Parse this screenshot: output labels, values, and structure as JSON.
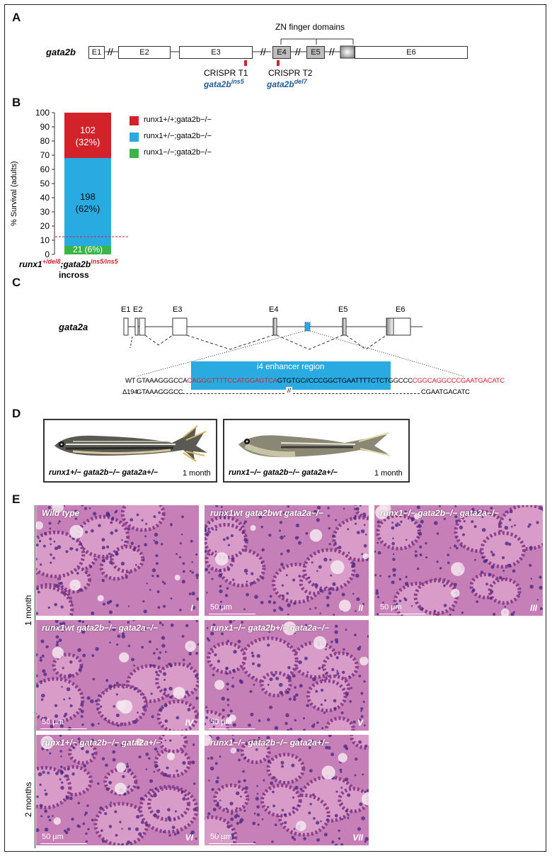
{
  "panels": {
    "a": "A",
    "b": "B",
    "c": "C",
    "d": "D",
    "e": "E"
  },
  "panelA": {
    "gene": "gata2b",
    "exons": [
      "E1",
      "E2",
      "E3",
      "E4",
      "E5",
      "E6"
    ],
    "zn_label": "ZN finger domains",
    "crispr1": {
      "label": "CRISPR T1",
      "allele_base": "gata2b",
      "allele_sup": "ins5"
    },
    "crispr2": {
      "label": "CRISPR T2",
      "allele_base": "gata2b",
      "allele_sup": "del7"
    }
  },
  "panelB": {
    "chart_data": {
      "type": "bar",
      "ylabel": "% Survival (adults)",
      "ylim": [
        0,
        100
      ],
      "yticks": [
        0,
        10,
        20,
        30,
        40,
        50,
        60,
        70,
        80,
        90,
        100
      ],
      "xlabel_main_prefix": "runx1",
      "xlabel_sup1": "+/del8",
      "xlabel_mid": ";gata2b",
      "xlabel_sup2": "ins5/ins5",
      "xlabel_line2": "incross",
      "threshold_line": 12.5,
      "segments": [
        {
          "name": "runx1−/−;gata2b−/−",
          "count": "21",
          "pct": "(6%)",
          "label": "21 (6%)",
          "value": 6,
          "color": "#3bb54a"
        },
        {
          "name": "runx1+/−;gata2b−/−",
          "count": "198",
          "pct": "(62%)",
          "value": 62,
          "color": "#29abe2"
        },
        {
          "name": "runx1+/+;gata2b−/−",
          "count": "102",
          "pct": "(32%)",
          "value": 32,
          "color": "#d2232a"
        }
      ]
    }
  },
  "panelC": {
    "gene": "gata2a",
    "exons": [
      "E1",
      "E2",
      "E3",
      "E4",
      "E5",
      "E6"
    ],
    "enhancer_label": "i4 enhancer region",
    "wt_label": "WT",
    "wt_seq_black1": "GTAAAGGGCCA",
    "wt_seq_red1": "CAGGGTTTTCCATGGAGTCA",
    "wt_seq_black2": "GTGTGC//CCCGGCTGAATTTTCTCTGGCCC",
    "wt_seq_red2": "CGGCAGGCCCGAATGACATC",
    "del_label": "Δ194",
    "del_seq_left": "GTAAAGGGCC",
    "del_seq_mid": "//",
    "del_seq_right": "CGAATGACATC"
  },
  "panelD": {
    "fish1": {
      "genotype": "runx1+/− gata2b−/− gata2a+/−",
      "age": "1 month"
    },
    "fish2": {
      "genotype": "runx1−/− gata2b−/− gata2a+/−",
      "age": "1 month"
    }
  },
  "panelE": {
    "row_labels": {
      "one_month": "1 month",
      "two_months": "2 months"
    },
    "scale": "50 µm",
    "panels": [
      {
        "label": "Wild type",
        "roman": "I",
        "scale": ""
      },
      {
        "label": "runx1wt gata2bwt gata2a−/−",
        "roman": "II",
        "scale": "50 µm"
      },
      {
        "label": "runx1−/− gata2b−/− gata2a−/−",
        "roman": "III",
        "scale": "50 µm"
      },
      {
        "label": "runx1wt gata2b−/− gata2a−/−",
        "roman": "IV",
        "scale": "50 µm"
      },
      {
        "label": "runx1−/− gata2b+/− gata2a−/−",
        "roman": "V",
        "scale": "50 µm"
      },
      {
        "label": "runx1+/− gata2b−/− gata2a+/−",
        "roman": "VI",
        "scale": "50 µm"
      },
      {
        "label": "runx1−/− gata2b−/− gata2a+/−",
        "roman": "VII",
        "scale": "50 µm"
      }
    ]
  }
}
